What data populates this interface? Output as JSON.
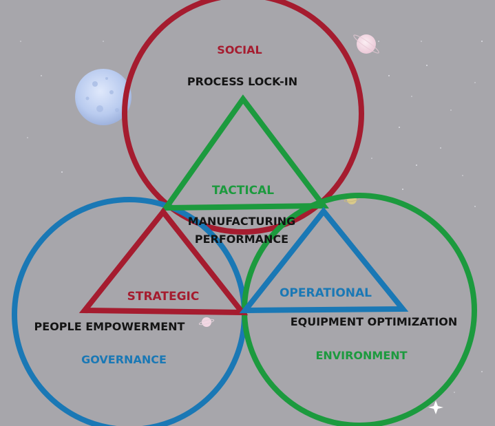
{
  "colors": {
    "background": "#a7a6ab",
    "social_red": "#a51c2f",
    "governance_blue": "#1a78b5",
    "environment_green": "#1c9a3e",
    "text_dark": "#141414"
  },
  "circles": {
    "social": "SOCIAL",
    "governance": "GOVERNANCE",
    "environment": "ENVIRONMENT"
  },
  "triangles": {
    "tactical": "TACTICAL",
    "strategic": "STRATEGIC",
    "operational": "OPERATIONAL"
  },
  "labels": {
    "process": "PROCESS LOCK-IN",
    "people": "PEOPLE EMPOWERMENT",
    "equipment": "EQUIPMENT OPTIMIZATION",
    "center_line1": "MANUFACTURING",
    "center_line2": "PERFORMANCE"
  },
  "decorations": [
    "moon-icon",
    "planet-icon",
    "star-icon"
  ]
}
